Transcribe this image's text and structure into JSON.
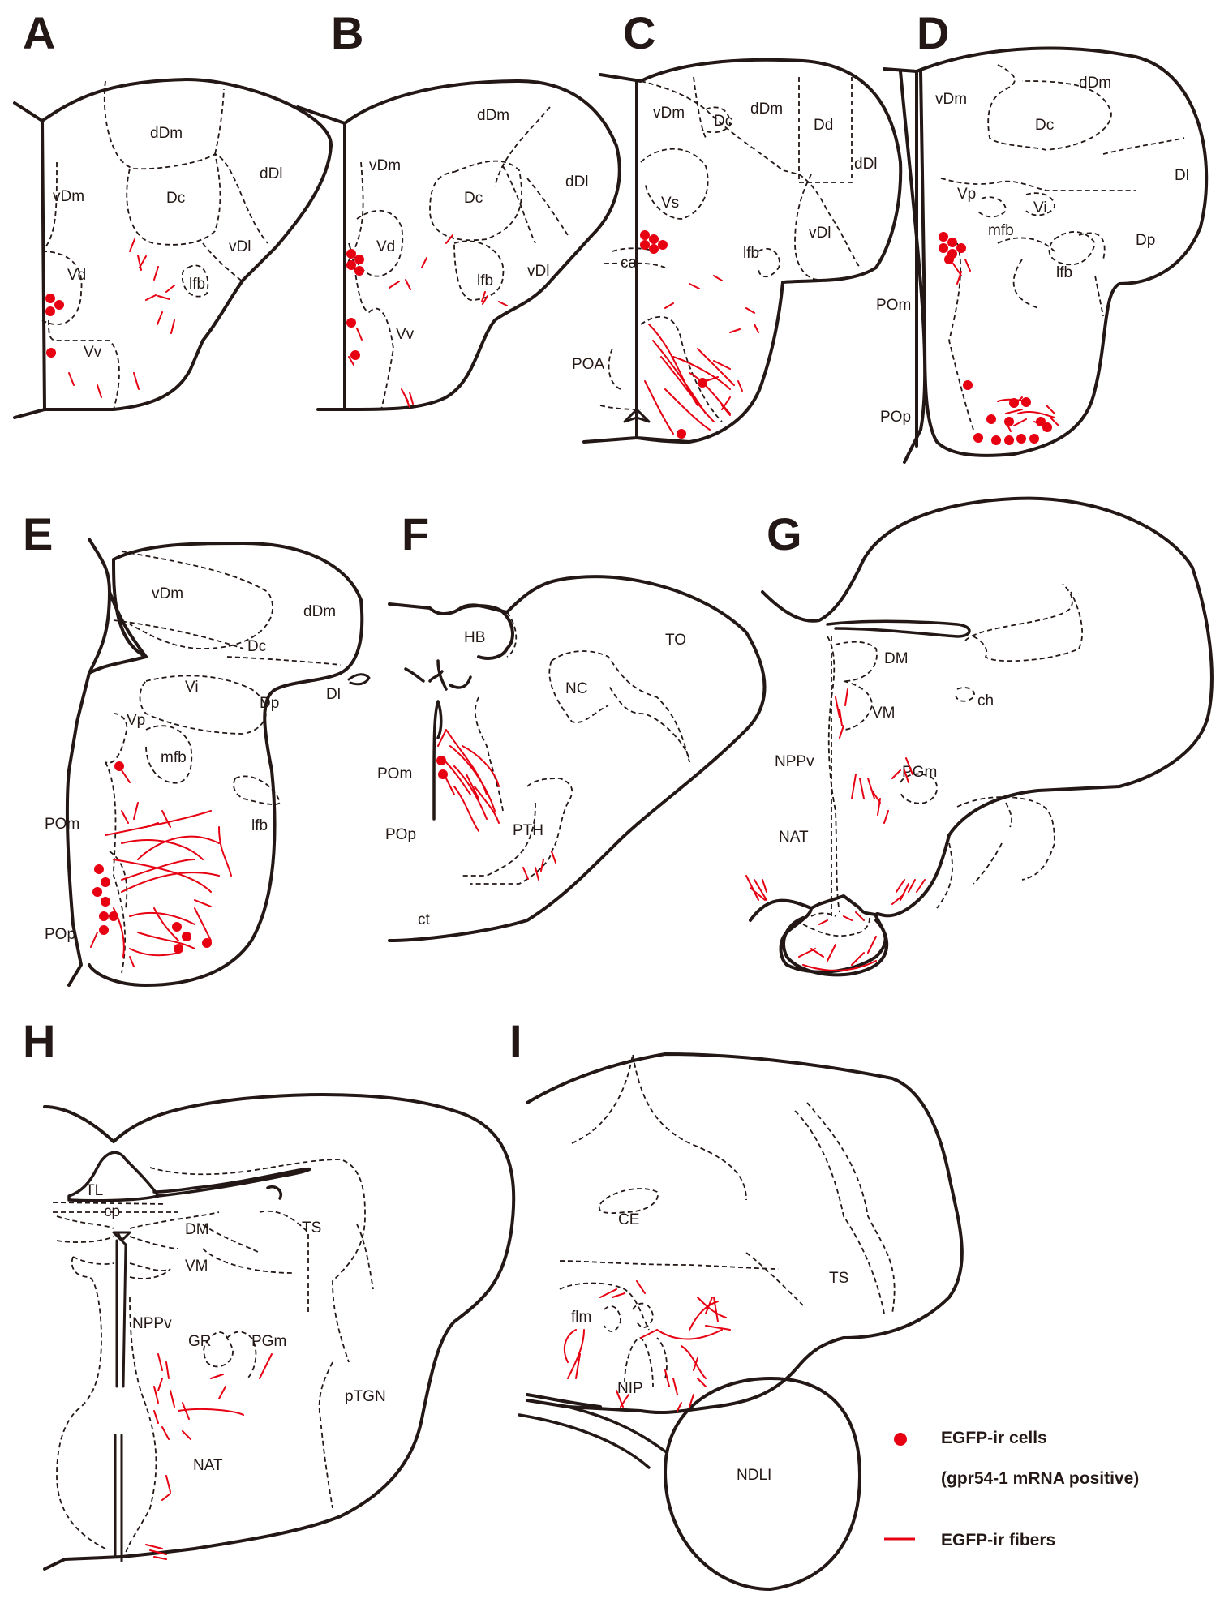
{
  "panels": [
    {
      "letter": "A",
      "labels": [
        "dDm",
        "vDm",
        "Dc",
        "dDl",
        "Vd",
        "vDl",
        "lfb",
        "Vv"
      ]
    },
    {
      "letter": "B",
      "labels": [
        "dDm",
        "vDm",
        "Dc",
        "dDl",
        "Vd",
        "vDl",
        "lfb",
        "Vv"
      ]
    },
    {
      "letter": "C",
      "labels": [
        "vDm",
        "Dc",
        "dDm",
        "Dd",
        "dDl",
        "Vs",
        "vDl",
        "ca",
        "lfb",
        "POA"
      ]
    },
    {
      "letter": "D",
      "labels": [
        "vDm",
        "dDm",
        "Dc",
        "Dl",
        "Vp",
        "Vi",
        "mfb",
        "Dp",
        "lfb",
        "POm",
        "POp"
      ]
    },
    {
      "letter": "E",
      "labels": [
        "vDm",
        "dDm",
        "Dc",
        "Vi",
        "Dp",
        "Dl",
        "Vp",
        "mfb",
        "lfb",
        "POm",
        "POp"
      ]
    },
    {
      "letter": "F",
      "labels": [
        "HB",
        "TO",
        "NC",
        "POm",
        "POp",
        "PTH",
        "ct"
      ]
    },
    {
      "letter": "G",
      "labels": [
        "DM",
        "ch",
        "VM",
        "NPPv",
        "PGm",
        "NAT"
      ]
    },
    {
      "letter": "H",
      "labels": [
        "TL",
        "cp",
        "DM",
        "VM",
        "TS",
        "NPPv",
        "GR",
        "PGm",
        "pTGN",
        "NAT"
      ]
    },
    {
      "letter": "I",
      "labels": [
        "CE",
        "TS",
        "flm",
        "NIP",
        "NDLI"
      ]
    }
  ],
  "legend": {
    "cells_label": "EGFP-ir cells",
    "cells_sublabel": "(gpr54-1 mRNA positive)",
    "fibers_label": "EGFP-ir fibers"
  },
  "colors": {
    "ink": "#231815",
    "egfp": "#e60012",
    "background": "#ffffff"
  }
}
